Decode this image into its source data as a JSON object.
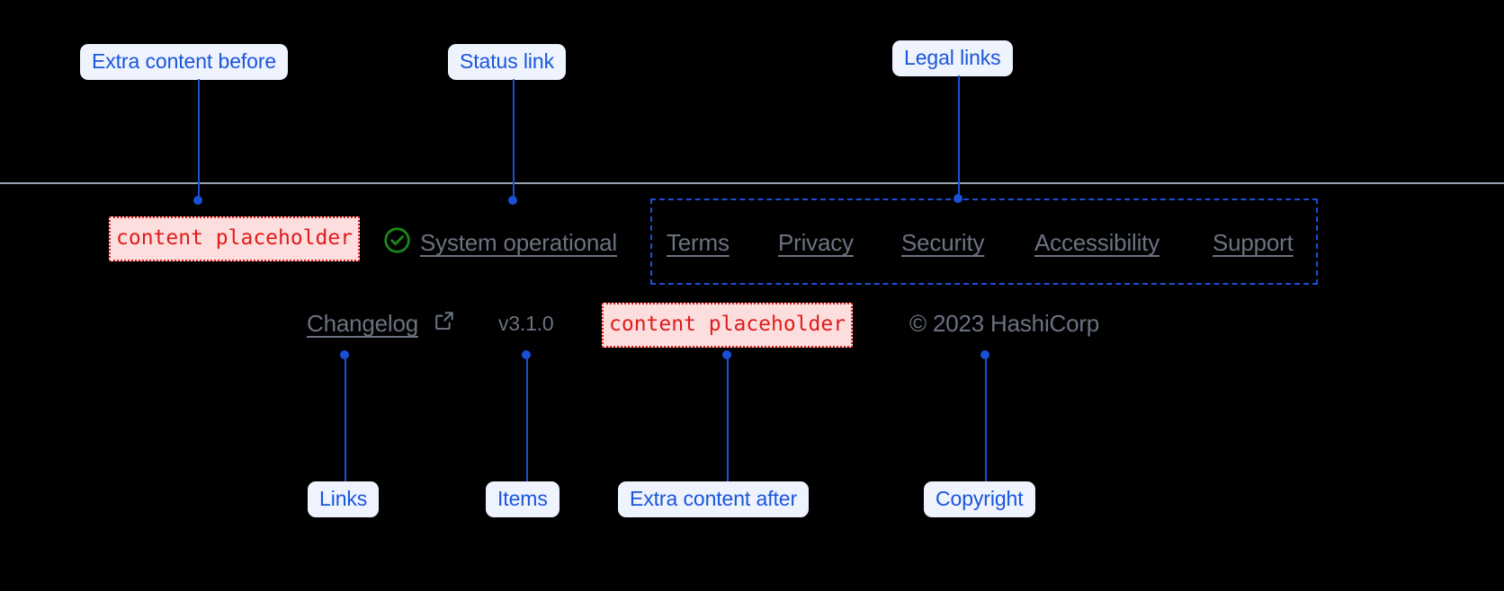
{
  "annotations": {
    "top": [
      {
        "label": "Extra content before",
        "name": "callout-extra-content-before"
      },
      {
        "label": "Status link",
        "name": "callout-status-link"
      },
      {
        "label": "Legal links",
        "name": "callout-legal-links"
      }
    ],
    "bottom": [
      {
        "label": "Links",
        "name": "callout-links"
      },
      {
        "label": "Items",
        "name": "callout-items"
      },
      {
        "label": "Extra content after",
        "name": "callout-extra-content-after"
      },
      {
        "label": "Copyright",
        "name": "callout-copyright"
      }
    ]
  },
  "footer": {
    "extra_before": "content placeholder",
    "status": {
      "icon": "check-circle-icon",
      "label": "System operational",
      "icon_color": "#1a8a1a"
    },
    "legal_links": [
      "Terms",
      "Privacy",
      "Security",
      "Accessibility",
      "Support"
    ],
    "changelog": {
      "label": "Changelog",
      "icon": "external-link-icon"
    },
    "version": "v3.1.0",
    "extra_after": "content placeholder",
    "copyright": "© 2023 HashiCorp"
  },
  "colors": {
    "accent": "#1a4fd6",
    "callout_bg": "#eef3fd",
    "callout_text": "#1a56db",
    "placeholder_bg": "#fddede",
    "placeholder_border": "#e01b1b",
    "placeholder_text": "#e01b1b",
    "link_text": "#6b7280",
    "divider": "#9aa3b0",
    "status_green": "#1a8a1a",
    "background": "#000000"
  }
}
